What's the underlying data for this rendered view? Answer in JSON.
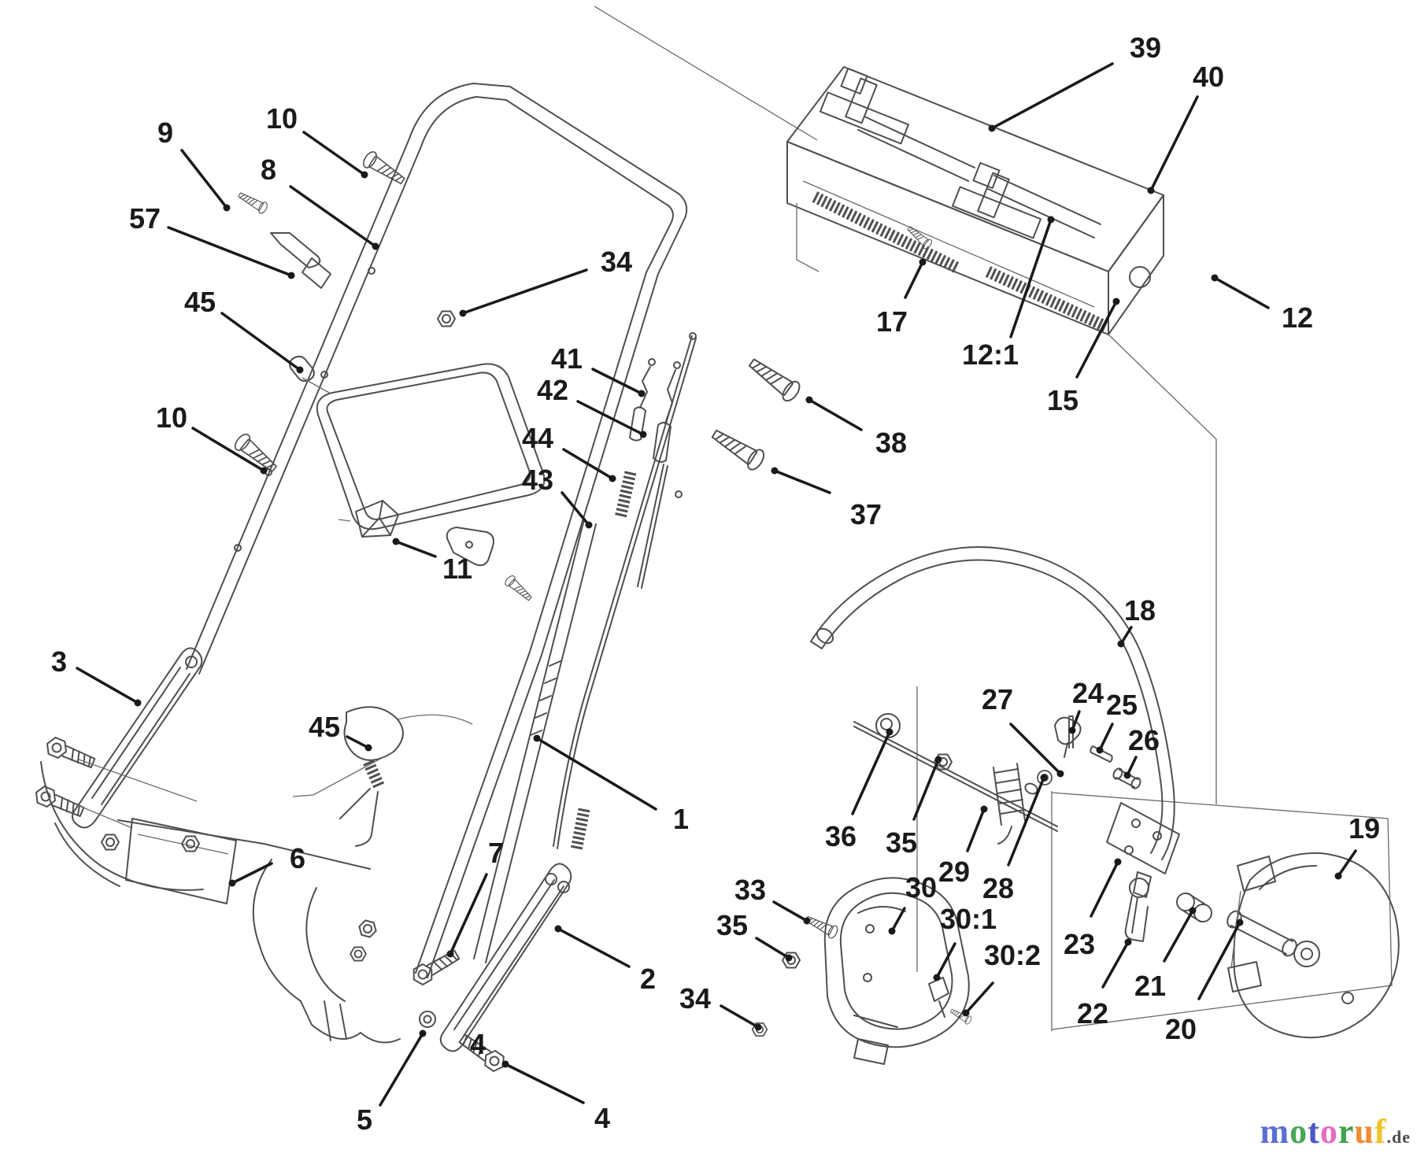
{
  "diagram": {
    "description": "Exploded parts diagram - mower handle assembly",
    "background": "#ffffff",
    "part_stroke": "#4f4f4f",
    "callout_color": "#1a1a1a",
    "callout_font_size": 36,
    "leader_width": 3.5,
    "leader_dot_radius": 4.5,
    "callouts": [
      {
        "n": "9",
        "t": [
          210,
          168
        ],
        "a": [
          231,
          191
        ],
        "b": [
          288,
          264
        ]
      },
      {
        "n": "10",
        "t": [
          358,
          150
        ],
        "a": [
          386,
          168
        ],
        "b": [
          463,
          222
        ]
      },
      {
        "n": "8",
        "t": [
          341,
          215
        ],
        "a": [
          369,
          237
        ],
        "b": [
          477,
          313
        ]
      },
      {
        "n": "57",
        "t": [
          184,
          277
        ],
        "a": [
          214,
          289
        ],
        "b": [
          370,
          350
        ]
      },
      {
        "n": "45",
        "t": [
          254,
          383
        ],
        "a": [
          282,
          398
        ],
        "b": [
          381,
          470
        ]
      },
      {
        "n": "10",
        "t": [
          218,
          530
        ],
        "a": [
          245,
          544
        ],
        "b": [
          335,
          598
        ]
      },
      {
        "n": "11",
        "t": [
          581,
          722
        ],
        "a": [
          553,
          707
        ],
        "b": [
          503,
          688
        ]
      },
      {
        "n": "34",
        "t": [
          783,
          332
        ],
        "a": [
          745,
          343
        ],
        "b": [
          588,
          398
        ]
      },
      {
        "n": "41",
        "t": [
          720,
          455
        ],
        "a": [
          753,
          469
        ],
        "b": [
          815,
          500
        ]
      },
      {
        "n": "42",
        "t": [
          702,
          495
        ],
        "a": [
          734,
          510
        ],
        "b": [
          817,
          552
        ]
      },
      {
        "n": "44",
        "t": [
          683,
          556
        ],
        "a": [
          716,
          571
        ],
        "b": [
          778,
          608
        ]
      },
      {
        "n": "43",
        "t": [
          683,
          609
        ],
        "a": [
          714,
          626
        ],
        "b": [
          748,
          667
        ]
      },
      {
        "n": "39",
        "t": [
          1455,
          60
        ],
        "a": [
          1413,
          81
        ],
        "b": [
          1260,
          163
        ]
      },
      {
        "n": "40",
        "t": [
          1535,
          97
        ],
        "a": [
          1521,
          123
        ],
        "b": [
          1462,
          242
        ]
      },
      {
        "n": "17",
        "t": [
          1133,
          408
        ],
        "a": [
          1150,
          378
        ],
        "b": [
          1172,
          333
        ]
      },
      {
        "n": "12:1",
        "t": [
          1258,
          450
        ],
        "a": [
          1284,
          428
        ],
        "b": [
          1335,
          279
        ]
      },
      {
        "n": "15",
        "t": [
          1350,
          508
        ],
        "a": [
          1368,
          479
        ],
        "b": [
          1418,
          383
        ]
      },
      {
        "n": "12",
        "t": [
          1648,
          403
        ],
        "a": [
          1611,
          391
        ],
        "b": [
          1543,
          353
        ]
      },
      {
        "n": "38",
        "t": [
          1132,
          562
        ],
        "a": [
          1094,
          546
        ],
        "b": [
          1028,
          508
        ]
      },
      {
        "n": "37",
        "t": [
          1100,
          653
        ],
        "a": [
          1054,
          626
        ],
        "b": [
          984,
          598
        ]
      },
      {
        "n": "3",
        "t": [
          75,
          840
        ],
        "a": [
          98,
          849
        ],
        "b": [
          175,
          893
        ]
      },
      {
        "n": "45",
        "t": [
          412,
          923
        ],
        "a": [
          441,
          936
        ],
        "b": [
          468,
          950
        ]
      },
      {
        "n": "6",
        "t": [
          378,
          1090
        ],
        "a": [
          345,
          1097
        ],
        "b": [
          295,
          1122
        ]
      },
      {
        "n": "1",
        "t": [
          865,
          1040
        ],
        "a": [
          833,
          1028
        ],
        "b": [
          682,
          938
        ]
      },
      {
        "n": "7",
        "t": [
          630,
          1083
        ],
        "a": [
          618,
          1111
        ],
        "b": [
          572,
          1212
        ]
      },
      {
        "n": "2",
        "t": [
          823,
          1243
        ],
        "a": [
          799,
          1228
        ],
        "b": [
          709,
          1180
        ]
      },
      {
        "n": "5",
        "t": [
          463,
          1422
        ],
        "a": [
          483,
          1404
        ],
        "b": [
          537,
          1313
        ]
      },
      {
        "n": "4",
        "t": [
          607,
          1326
        ]
      },
      {
        "n": "4",
        "t": [
          765,
          1420
        ],
        "a": [
          741,
          1401
        ],
        "b": [
          642,
          1352
        ]
      },
      {
        "n": "34",
        "t": [
          883,
          1268
        ],
        "a": [
          916,
          1278
        ],
        "b": [
          963,
          1305
        ]
      },
      {
        "n": "18",
        "t": [
          1448,
          775
        ],
        "a": [
          1437,
          797
        ],
        "b": [
          1424,
          818
        ]
      },
      {
        "n": "27",
        "t": [
          1267,
          888
        ],
        "a": [
          1284,
          920
        ],
        "b": [
          1347,
          983
        ]
      },
      {
        "n": "24",
        "t": [
          1382,
          880
        ],
        "a": [
          1371,
          904
        ],
        "b": [
          1362,
          928
        ]
      },
      {
        "n": "25",
        "t": [
          1425,
          895
        ],
        "a": [
          1413,
          920
        ],
        "b": [
          1397,
          953
        ]
      },
      {
        "n": "26",
        "t": [
          1453,
          940
        ],
        "a": [
          1443,
          962
        ],
        "b": [
          1432,
          985
        ]
      },
      {
        "n": "36",
        "t": [
          1068,
          1062
        ],
        "a": [
          1083,
          1034
        ],
        "b": [
          1130,
          930
        ]
      },
      {
        "n": "35",
        "t": [
          1145,
          1070
        ],
        "a": [
          1161,
          1041
        ],
        "b": [
          1192,
          965
        ]
      },
      {
        "n": "29",
        "t": [
          1212,
          1107
        ],
        "a": [
          1229,
          1081
        ],
        "b": [
          1250,
          1028
        ]
      },
      {
        "n": "28",
        "t": [
          1268,
          1128
        ],
        "a": [
          1281,
          1099
        ],
        "b": [
          1326,
          988
        ]
      },
      {
        "n": "30",
        "t": [
          1170,
          1127
        ],
        "a": [
          1149,
          1154
        ],
        "b": [
          1133,
          1183
        ]
      },
      {
        "n": "30:1",
        "t": [
          1230,
          1167
        ],
        "a": [
          1213,
          1199
        ],
        "b": [
          1190,
          1242
        ]
      },
      {
        "n": "30:2",
        "t": [
          1286,
          1213
        ],
        "a": [
          1261,
          1249
        ],
        "b": [
          1227,
          1287
        ]
      },
      {
        "n": "33",
        "t": [
          953,
          1130
        ],
        "a": [
          983,
          1146
        ],
        "b": [
          1025,
          1170
        ]
      },
      {
        "n": "35",
        "t": [
          930,
          1175
        ],
        "a": [
          961,
          1192
        ],
        "b": [
          1002,
          1217
        ]
      },
      {
        "n": "23",
        "t": [
          1371,
          1199
        ],
        "a": [
          1386,
          1164
        ],
        "b": [
          1420,
          1095
        ]
      },
      {
        "n": "22",
        "t": [
          1388,
          1287
        ],
        "a": [
          1401,
          1254
        ],
        "b": [
          1433,
          1197
        ]
      },
      {
        "n": "21",
        "t": [
          1461,
          1252
        ],
        "a": [
          1479,
          1221
        ],
        "b": [
          1515,
          1157
        ]
      },
      {
        "n": "20",
        "t": [
          1500,
          1307
        ],
        "a": [
          1523,
          1269
        ],
        "b": [
          1575,
          1172
        ]
      },
      {
        "n": "19",
        "t": [
          1733,
          1052
        ],
        "a": [
          1722,
          1081
        ],
        "b": [
          1700,
          1113
        ]
      }
    ]
  },
  "watermark": {
    "letters": [
      {
        "ch": "m",
        "color": "#5c6fd0"
      },
      {
        "ch": "o",
        "color": "#4aa757"
      },
      {
        "ch": "t",
        "color": "#4b55c8"
      },
      {
        "ch": "o",
        "color": "#e86bc0"
      },
      {
        "ch": "r",
        "color": "#3fa34d"
      },
      {
        "ch": "u",
        "color": "#ef8b33"
      },
      {
        "ch": "f",
        "color": "#edc52f"
      }
    ],
    "suffix": ".de",
    "suffix_color": "#4c4c4c"
  }
}
